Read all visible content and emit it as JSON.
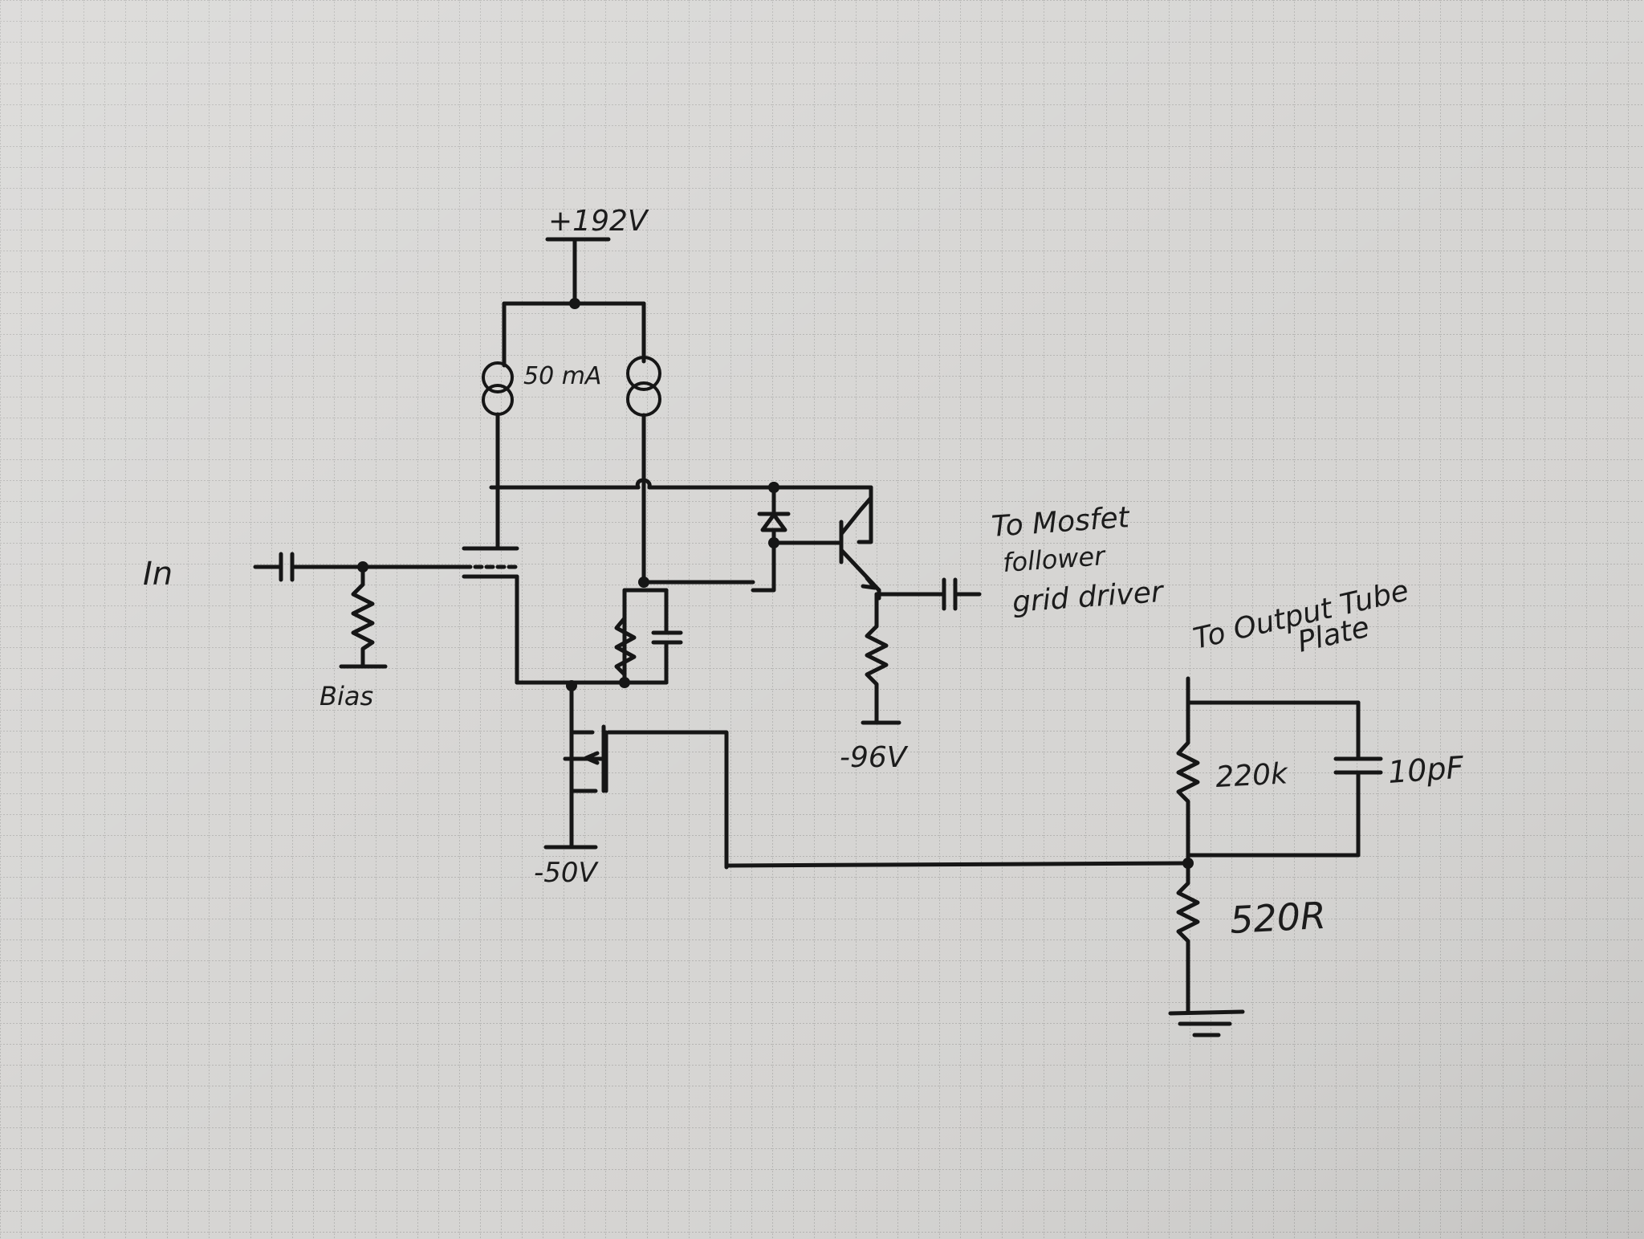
{
  "labels": {
    "supply_pos": "+192V",
    "input": "In",
    "bias": "Bias",
    "ccs_current": "50 mA",
    "supply_neg_bjt": "-96V",
    "supply_neg_mosfet": "-50V",
    "mosfet_note_line1": "To Mosfet",
    "mosfet_note_line2": "follower",
    "mosfet_note_line3": "grid driver",
    "output_note_line1": "To Output Tube",
    "output_note_line2": "Plate",
    "r_feedback": "220k",
    "c_feedback": "10pF",
    "r_shunt": "520R"
  },
  "colors": {
    "paper": "#d6d5d3",
    "grid": "#a9a9a7",
    "ink": "#161616"
  }
}
